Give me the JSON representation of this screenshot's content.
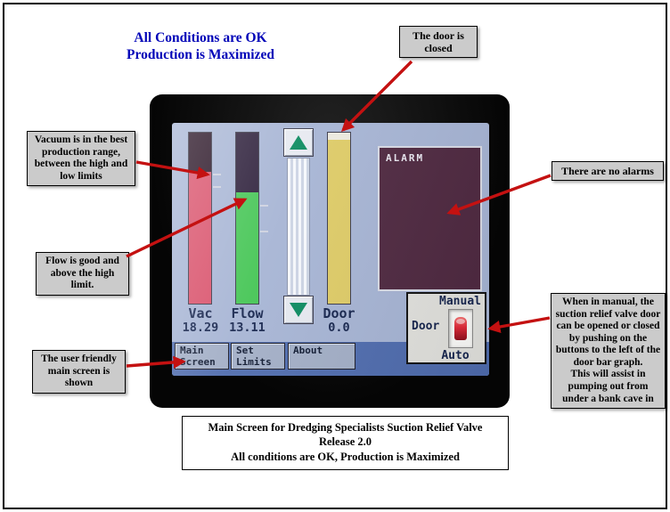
{
  "colors": {
    "title_blue": "#0104b8",
    "arrow_red": "#c41111",
    "screen_bg": "#a6b4d4",
    "alarm_bg": "#4e2840",
    "callout_gray": "#cbcbcb"
  },
  "page": {
    "title": "All Conditions are OK\nProduction is Maximized",
    "caption": "Main Screen for Dredging Specialists Suction Relief Valve\nRelease 2.0\nAll conditions are OK, Production is Maximized"
  },
  "callouts": {
    "door": "The door is closed",
    "vacuum": "Vacuum is in the best production range, between the high and low limits",
    "flow": "Flow is good and above the high limit.",
    "alarms": "There are no alarms",
    "manual": "When in manual, the suction relief valve door can be opened or closed by pushing on the buttons to the left of the door bar graph.\nThis will assist in pumping out from under a bank cave in",
    "main_screen": "The user friendly main screen is shown"
  },
  "hmi": {
    "alarm_title": "ALARM",
    "bars": {
      "vac": {
        "label": "Vac",
        "value": "18.29",
        "fill": "77%",
        "color": "#d9506a"
      },
      "flow": {
        "label": "Flow",
        "value": "13.11",
        "fill": "65%",
        "color": "#44c554"
      },
      "door": {
        "label": "Door",
        "value": "0.0",
        "fill": "96%",
        "color": "#decb66"
      }
    },
    "nav": {
      "main_screen": "Main\nScreen",
      "set_limits": "Set\nLimits",
      "about": "About"
    },
    "door_panel": {
      "manual_label": "Manual",
      "door_label": "Door",
      "auto_label": "Auto"
    }
  }
}
